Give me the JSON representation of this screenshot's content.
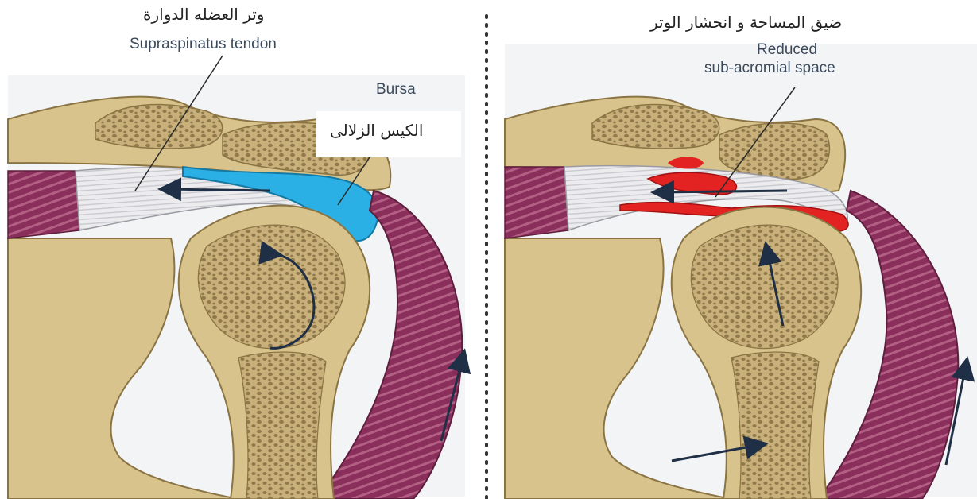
{
  "panels": [
    {
      "ar_label": "وتر العضله الدوارة",
      "en_tendon": "Supraspinatus tendon",
      "en_bursa": "Bursa",
      "ar_bursa": "الكيس الزلالى"
    },
    {
      "ar_label": "ضيق المساحة و انحشار الوتر",
      "en_reduced_1": "Reduced",
      "en_reduced_2": "sub-acromial space"
    }
  ],
  "colors": {
    "bone": "#d9c38c",
    "bone_inner": "#b8a06a",
    "muscle": "#8a2f5c",
    "tendon": "#e8e8ea",
    "bursa": "#2bb0e6",
    "inflamed": "#e32222",
    "arrow": "#1f2f45"
  }
}
